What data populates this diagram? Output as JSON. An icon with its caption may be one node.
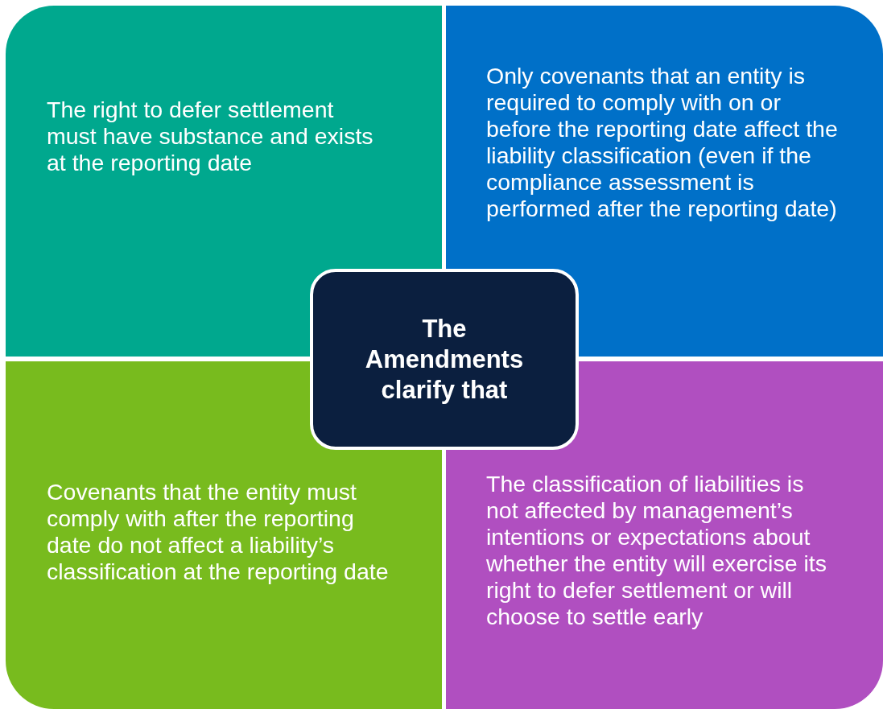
{
  "diagram": {
    "nodes": [
      {
        "text": [
          "The right to defer settlement must have substance and exists at the reporting date"
        ]
      },
      {
        "text": [
          "Only covenants that an entity is required to comply with on or before the reporting date affect the liability classification (even if the compliance assessment is performed after the reporting date)"
        ]
      },
      {
        "text": [
          "The Amendments clarify that"
        ]
      },
      {
        "text": [
          "Covenants that the entity must comply with after the reporting date do not affect a liability’s classification at the reporting date"
        ]
      },
      {
        "text": [
          "The classification of liabilities is not affected by management’s intentions or expectations about whether the entity will exercise its right to defer settlement or will choose to settle early"
        ]
      }
    ]
  }
}
